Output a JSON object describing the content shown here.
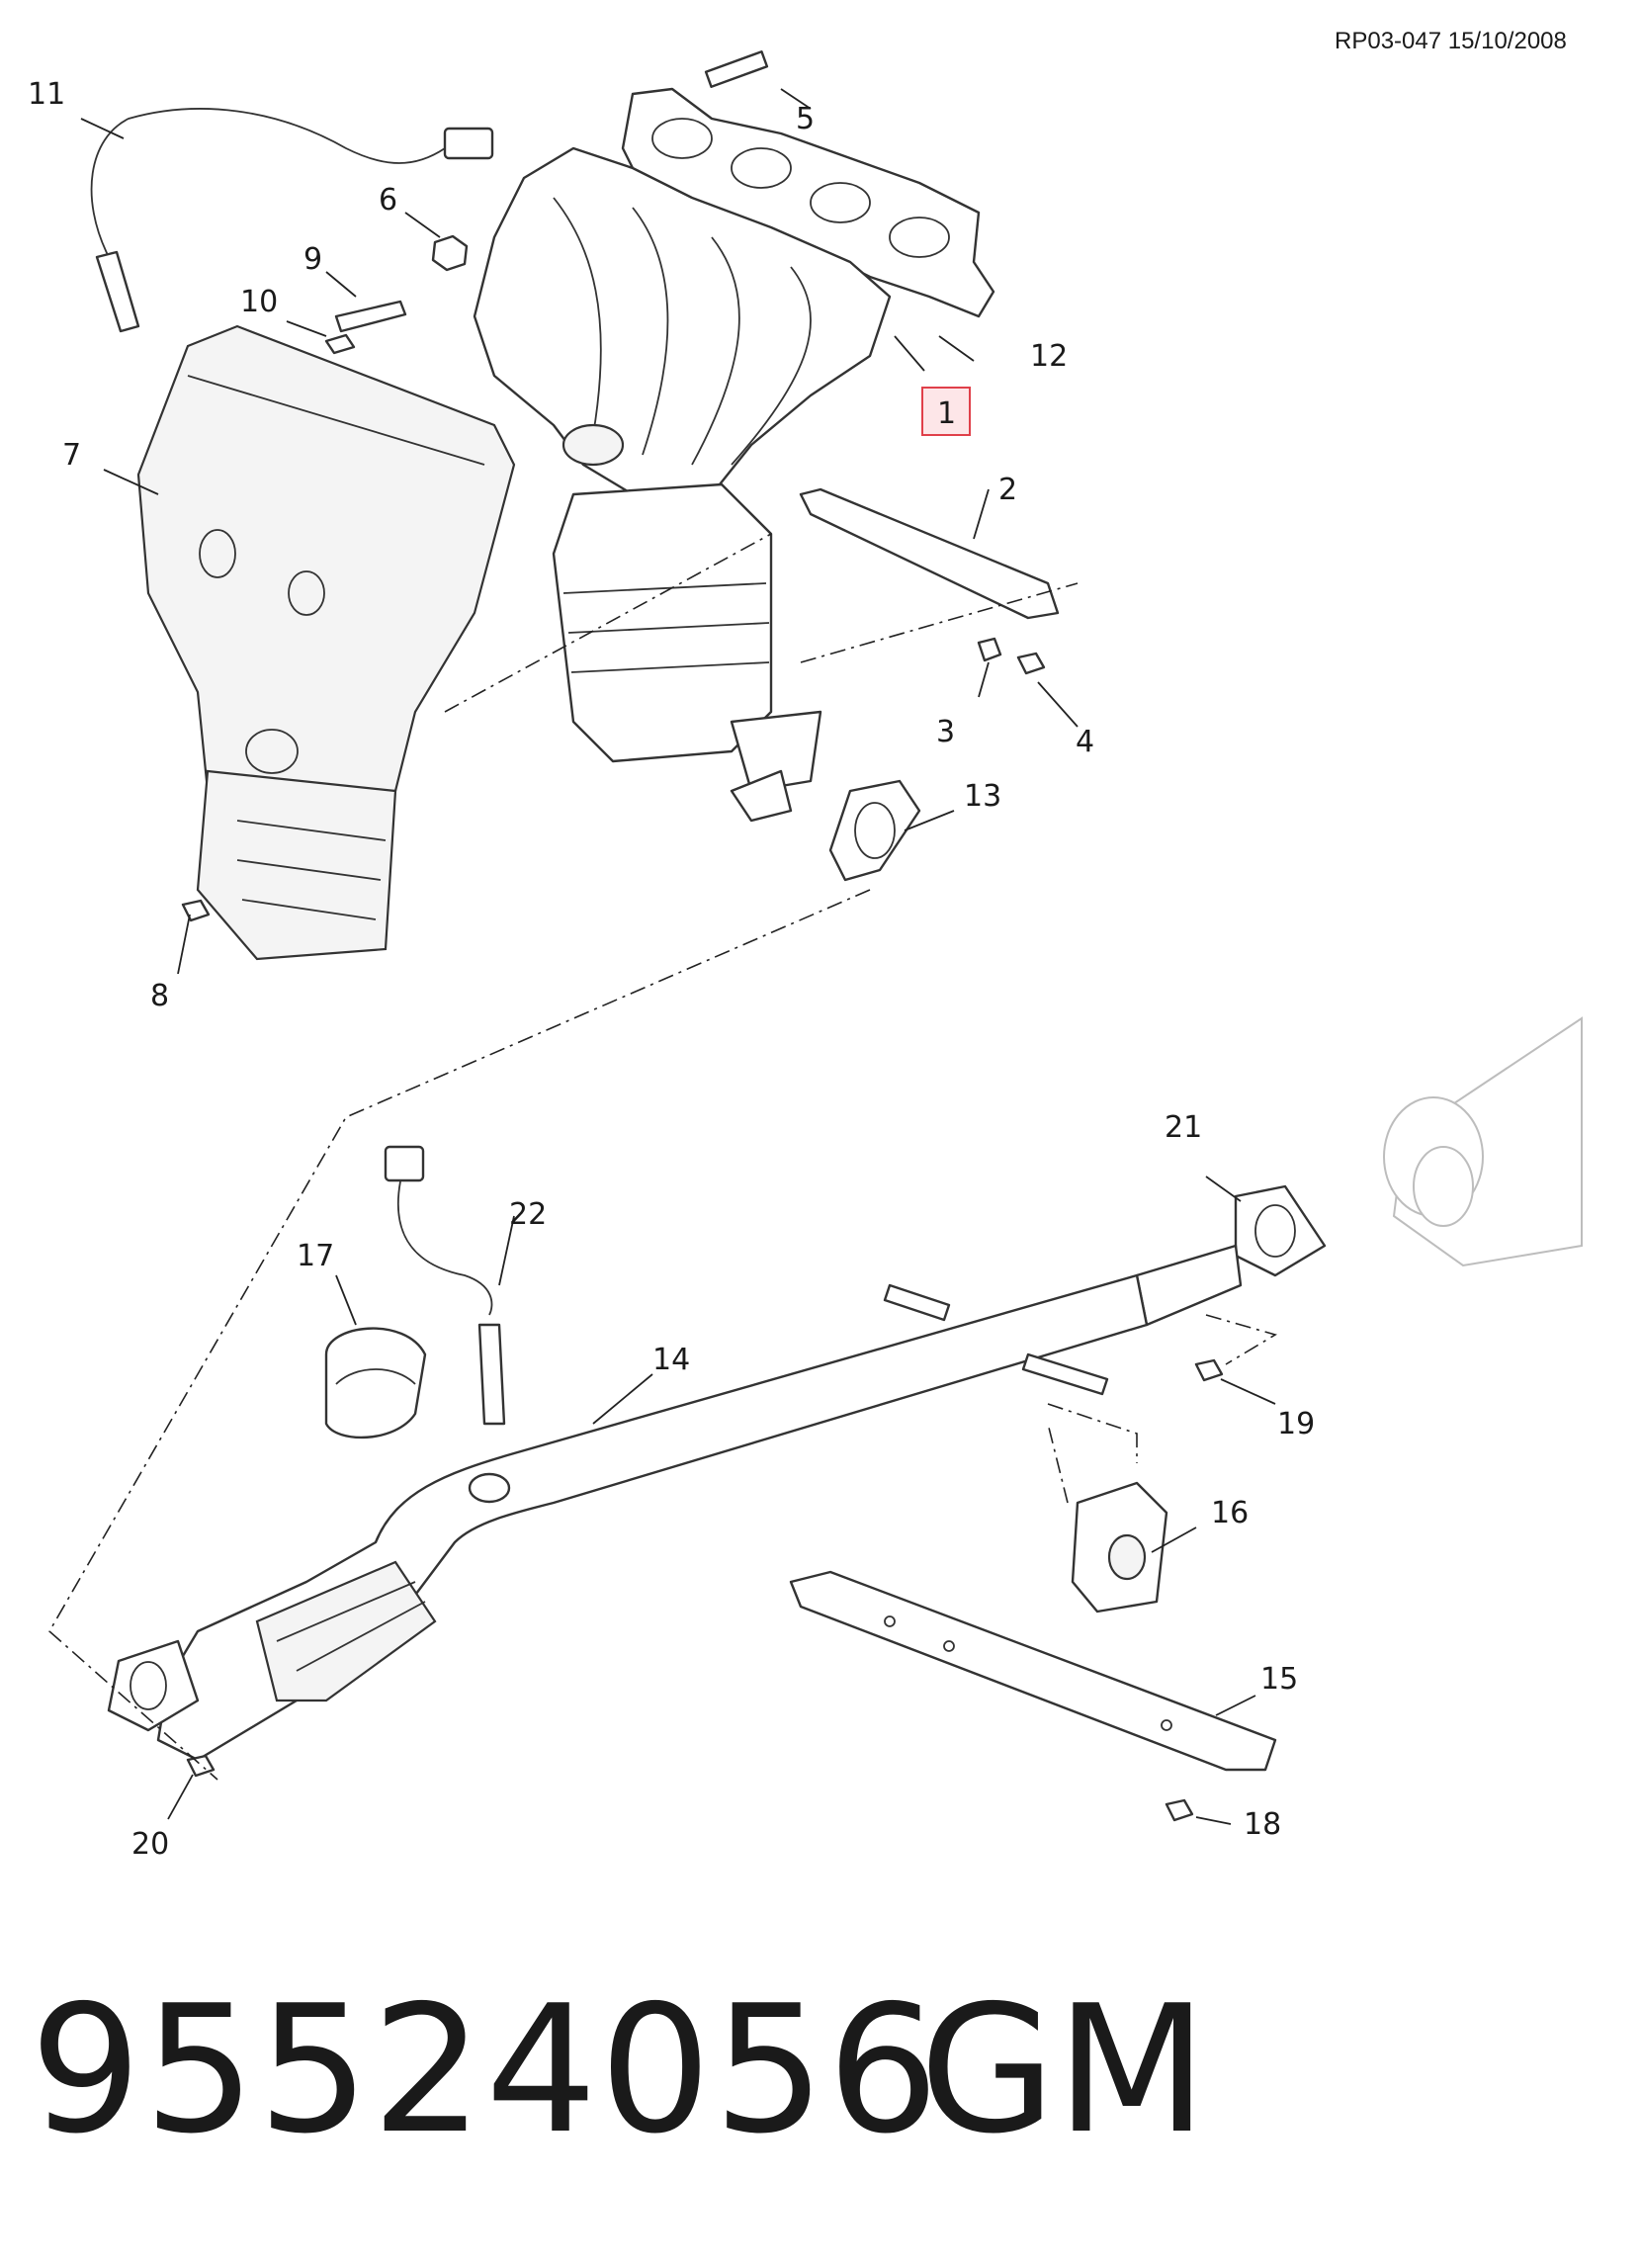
{
  "header": {
    "reference": "RP03-047 15/10/2008"
  },
  "footer": {
    "part_number": "95524056",
    "brand": "GM"
  },
  "highlight_color": "#e0404a",
  "callouts": [
    {
      "id": "c1",
      "text": "1",
      "highlighted": true
    },
    {
      "id": "c2",
      "text": "2"
    },
    {
      "id": "c3",
      "text": "3"
    },
    {
      "id": "c4",
      "text": "4"
    },
    {
      "id": "c5",
      "text": "5"
    },
    {
      "id": "c6",
      "text": "6"
    },
    {
      "id": "c7",
      "text": "7"
    },
    {
      "id": "c8",
      "text": "8"
    },
    {
      "id": "c9",
      "text": "9"
    },
    {
      "id": "c10",
      "text": "10"
    },
    {
      "id": "c11",
      "text": "11"
    },
    {
      "id": "c12",
      "text": "12"
    },
    {
      "id": "c13",
      "text": "13"
    },
    {
      "id": "c14",
      "text": "14"
    },
    {
      "id": "c15",
      "text": "15"
    },
    {
      "id": "c16",
      "text": "16"
    },
    {
      "id": "c17",
      "text": "17"
    },
    {
      "id": "c18",
      "text": "18"
    },
    {
      "id": "c19",
      "text": "19"
    },
    {
      "id": "c20",
      "text": "20"
    },
    {
      "id": "c21",
      "text": "21"
    },
    {
      "id": "c22",
      "text": "22"
    }
  ]
}
